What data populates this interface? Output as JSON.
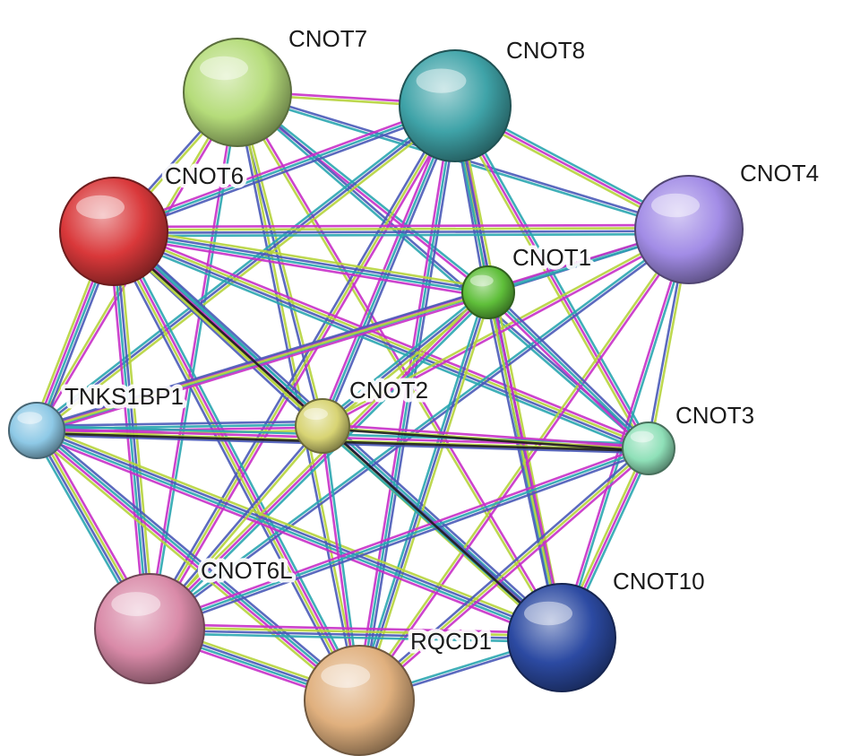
{
  "network": {
    "nodes": [
      {
        "id": "CNOT7",
        "label": "CNOT7",
        "color": "#b5dc7a"
      },
      {
        "id": "CNOT8",
        "label": "CNOT8",
        "color": "#3fa3a8"
      },
      {
        "id": "CNOT6",
        "label": "CNOT6",
        "color": "#d9383a"
      },
      {
        "id": "CNOT4",
        "label": "CNOT4",
        "color": "#a28ce6"
      },
      {
        "id": "CNOT1",
        "label": "CNOT1",
        "color": "#5fbf3a"
      },
      {
        "id": "TNKS1BP1",
        "label": "TNKS1BP1",
        "color": "#8ec9e6"
      },
      {
        "id": "CNOT2",
        "label": "CNOT2",
        "color": "#d8d474"
      },
      {
        "id": "CNOT3",
        "label": "CNOT3",
        "color": "#8fe0b8"
      },
      {
        "id": "CNOT6L",
        "label": "CNOT6L",
        "color": "#d98aa8"
      },
      {
        "id": "CNOT10",
        "label": "CNOT10",
        "color": "#2c4aa2"
      },
      {
        "id": "RQCD1",
        "label": "RQCD1",
        "color": "#e0b07e"
      }
    ],
    "evidence_colors": [
      "#2aa6b0",
      "#c830c8",
      "#b6d43c",
      "#4a5ab8",
      "#1c1c1c"
    ]
  }
}
